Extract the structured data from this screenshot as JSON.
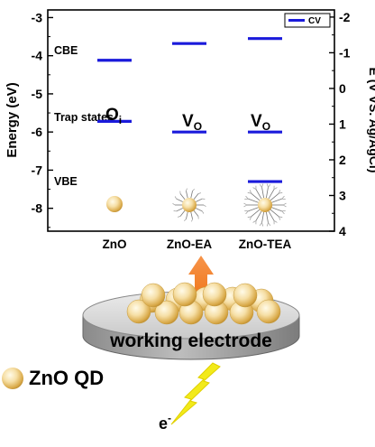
{
  "chart_data": {
    "type": "energy-level diagram",
    "left_axis": {
      "label": "Energy (eV)",
      "range": [
        -8.6,
        -2.8
      ],
      "ticks": [
        -3,
        -4,
        -5,
        -6,
        -7,
        -8
      ]
    },
    "right_axis": {
      "label": "E (V VS. Ag/AgCl)",
      "range": [
        -2.2,
        4
      ],
      "ticks": [
        -2,
        -1,
        0,
        1,
        2,
        3,
        4
      ]
    },
    "legend": {
      "entries": [
        "CV"
      ],
      "position": "top-right"
    },
    "row_labels": [
      "CBE",
      "Trap states",
      "VBE"
    ],
    "categories": [
      "ZnO",
      "ZnO-EA",
      "ZnO-TEA"
    ],
    "levels": {
      "CBE": [
        -4.12,
        -3.68,
        -3.55
      ],
      "trap": [
        -5.72,
        -6.0,
        -6.0
      ],
      "VBE": [
        null,
        null,
        -7.3
      ]
    },
    "trap_labels": [
      {
        "main": "O",
        "sub": "i"
      },
      {
        "main": "V",
        "sub": "O"
      },
      {
        "main": "V",
        "sub": "O"
      }
    ],
    "line_color": "#1a1adb"
  },
  "scene": {
    "electrode_label": "working electrode",
    "qd_label": "ZnO QD",
    "electron_label": "e",
    "electron_superscript": "-",
    "arrow_color": "#f58a33",
    "bolt_color": "#f2ea1a"
  }
}
